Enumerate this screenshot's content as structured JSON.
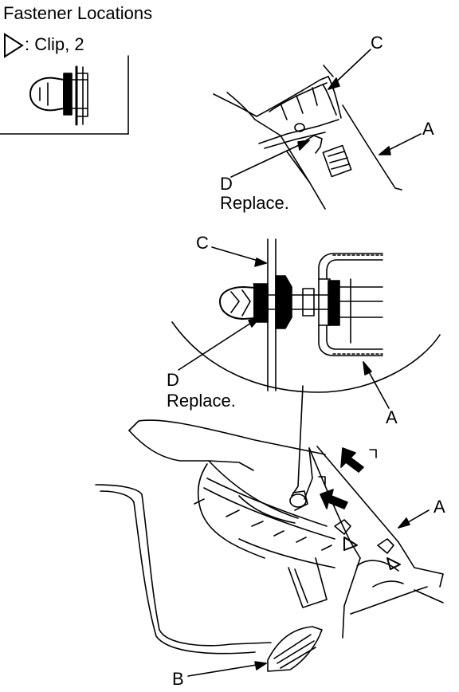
{
  "header": {
    "title": "Fastener Locations",
    "legend_symbol_icon": "triangle-outline-icon",
    "legend_text": ": Clip, 2"
  },
  "labels": {
    "top_c": "C",
    "top_a": "A",
    "top_d": "D",
    "top_replace": "Replace.",
    "mid_c": "C",
    "mid_d": "D",
    "mid_replace": "Replace.",
    "mid_a": "A",
    "low_a": "A",
    "bottom_b": "B"
  }
}
